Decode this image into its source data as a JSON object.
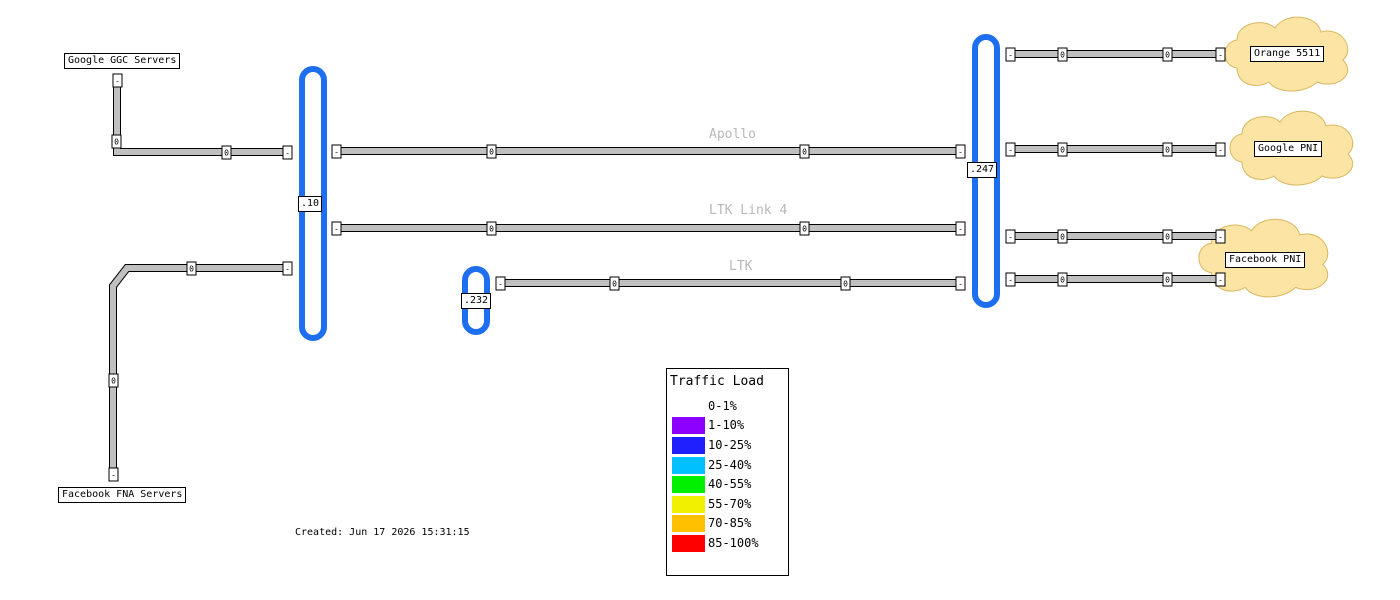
{
  "nodes": {
    "google_ggc": "Google GGC Servers",
    "facebook_fna": "Facebook FNA Servers",
    "orange": "Orange 5511",
    "google_pni": "Google PNI",
    "facebook_pni": "Facebook PNI"
  },
  "routers": {
    "left": ".10",
    "mid": ".232",
    "right": ".247"
  },
  "links": {
    "apollo": "Apollo",
    "ltk4": "LTK Link 4",
    "ltk": "LTK"
  },
  "link_value": "0",
  "end_value": "-",
  "legend": {
    "title": "Traffic Load",
    "items": [
      {
        "label": "0-1%",
        "color": "#ffffff"
      },
      {
        "label": "1-10%",
        "color": "#8c00ff"
      },
      {
        "label": "10-25%",
        "color": "#2020ff"
      },
      {
        "label": "25-40%",
        "color": "#00c0ff"
      },
      {
        "label": "40-55%",
        "color": "#00f000"
      },
      {
        "label": "55-70%",
        "color": "#f0f000"
      },
      {
        "label": "70-85%",
        "color": "#ffc000"
      },
      {
        "label": "85-100%",
        "color": "#ff0000"
      }
    ]
  },
  "created": "Created: Jun 17 2026 15:31:15",
  "colors": {
    "router_border": "#1e6ff0",
    "link_fill": "#c0c0c0",
    "cloud_fill": "#fce4a5",
    "cloud_stroke": "#d8b860"
  }
}
